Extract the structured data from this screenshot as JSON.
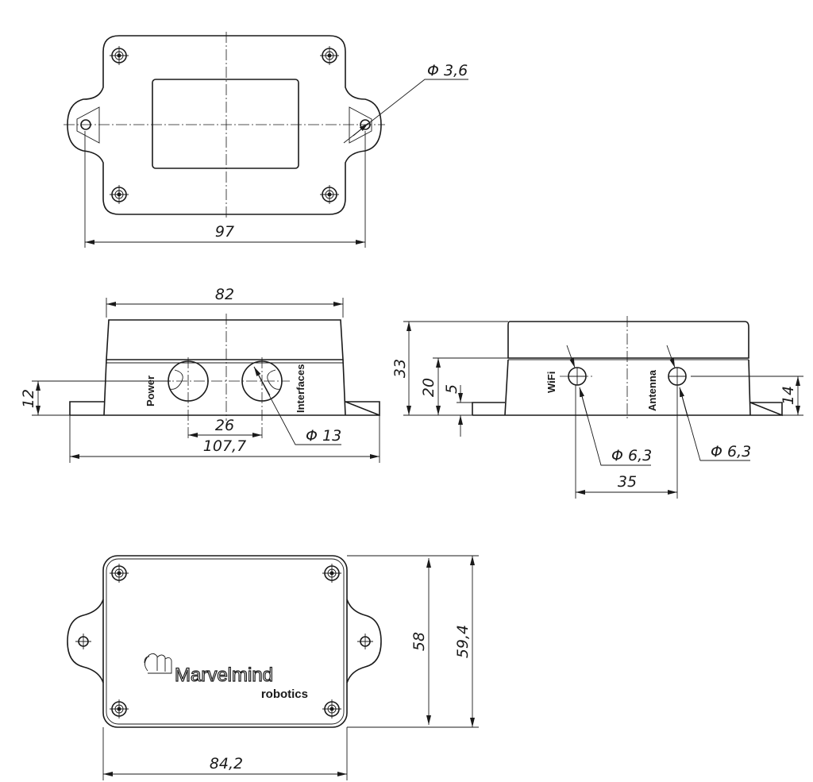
{
  "top_view": {
    "dim_width": "97",
    "dim_hole": "Φ 3,6"
  },
  "front_view": {
    "dim_cap_width": "82",
    "dim_hole_height": "12",
    "dim_hole_spacing": "26",
    "dim_total_length": "107,7",
    "dim_hole_diameter": "Φ 13",
    "label_power": "Power",
    "label_interfaces": "Interfaces"
  },
  "side_view": {
    "dim_total_height": "33",
    "dim_body_height": "20",
    "dim_flange": "5",
    "dim_hole_height": "14",
    "dim_hole_spacing": "35",
    "dim_wifi_hole": "Φ 6,3",
    "dim_antenna_hole": "Φ 6,3",
    "label_wifi": "WiFi",
    "label_antenna": "Antenna"
  },
  "bottom_view": {
    "dim_height_inner": "58",
    "dim_height_outer": "59,4",
    "dim_width": "84,2",
    "logo_text": "Marvelmind",
    "logo_subtext": "robotics"
  }
}
